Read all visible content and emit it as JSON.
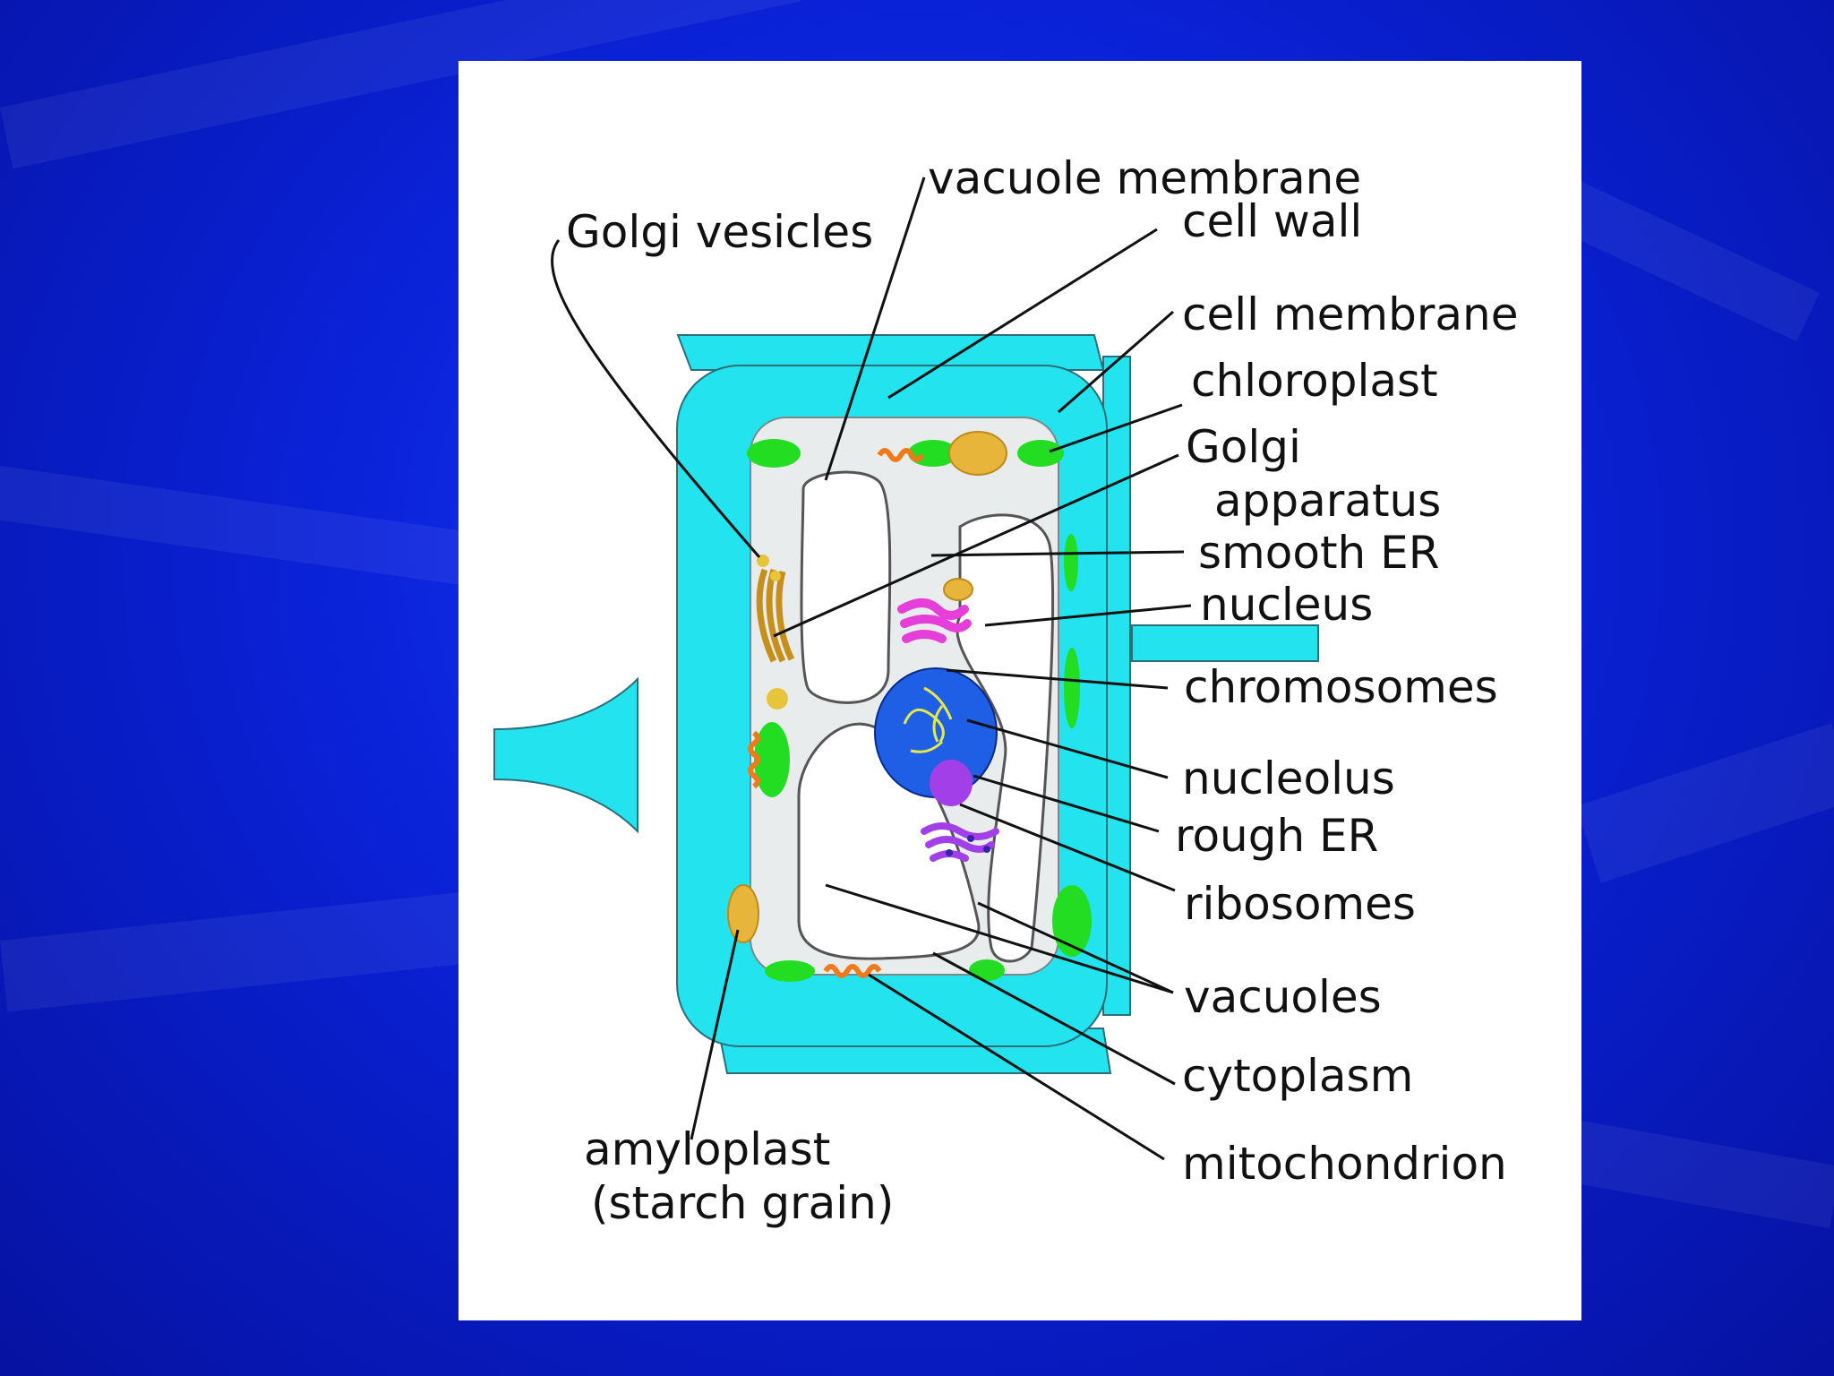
{
  "labels": {
    "vacuole_membrane": "vacuole membrane",
    "golgi_vesicles": "Golgi vesicles",
    "cell_wall": "cell wall",
    "cell_membrane": "cell membrane",
    "chloroplast": "chloroplast",
    "golgi": "Golgi",
    "apparatus": "apparatus",
    "smooth_er": "smooth ER",
    "nucleus": "nucleus",
    "chromosomes": "chromosomes",
    "nucleolus": "nucleolus",
    "rough_er": "rough ER",
    "ribosomes": "ribosomes",
    "vacuoles": "vacuoles",
    "cytoplasm": "cytoplasm",
    "mitochondrion": "mitochondrion",
    "amyloplast": "amyloplast",
    "starch_grain": "(starch grain)"
  },
  "colors": {
    "background": "#0a22d8",
    "cell_wall": "#22e3ee",
    "cytoplasm": "#e9ecec",
    "chloroplast": "#22dd22",
    "nucleus": "#1f5fe6",
    "nucleolus": "#a23fe8",
    "smooth_er": "#e63fd9",
    "mitochondrion": "#f07a1a",
    "amyloplast": "#e7b53a"
  }
}
